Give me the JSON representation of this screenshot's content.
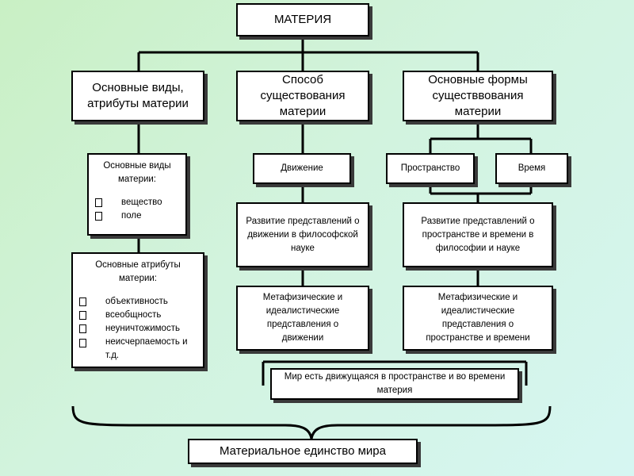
{
  "root": "МАТЕРИЯ",
  "level1": {
    "kinds": "Основные виды, атрибуты материи",
    "mode": "Способ существования материи",
    "forms": "Основные формы существвования материи"
  },
  "kinds_box": {
    "heading": "Основные виды материи:",
    "items": [
      "вещество",
      "поле"
    ]
  },
  "attributes_box": {
    "heading": "Основные атрибуты материи:",
    "items": [
      "объективность",
      "всеобщность",
      "неуничтожимость",
      "неисчерпаемость и т.д."
    ]
  },
  "motion": {
    "label": "Движение",
    "development": "Развитие представлений о движении в философской науке",
    "metaphysical": "Метафизические и идеалистические представления о движении"
  },
  "space_time": {
    "space": "Пространство",
    "time": "Время",
    "development": "Развитие представлений о пространстве и времени в философии и науке",
    "metaphysical": "Метафизические и идеалистические представления о пространстве и времени"
  },
  "world": "Мир есть движущаяся в пространстве и во времени материя",
  "unity": "Материальное единство мира"
}
